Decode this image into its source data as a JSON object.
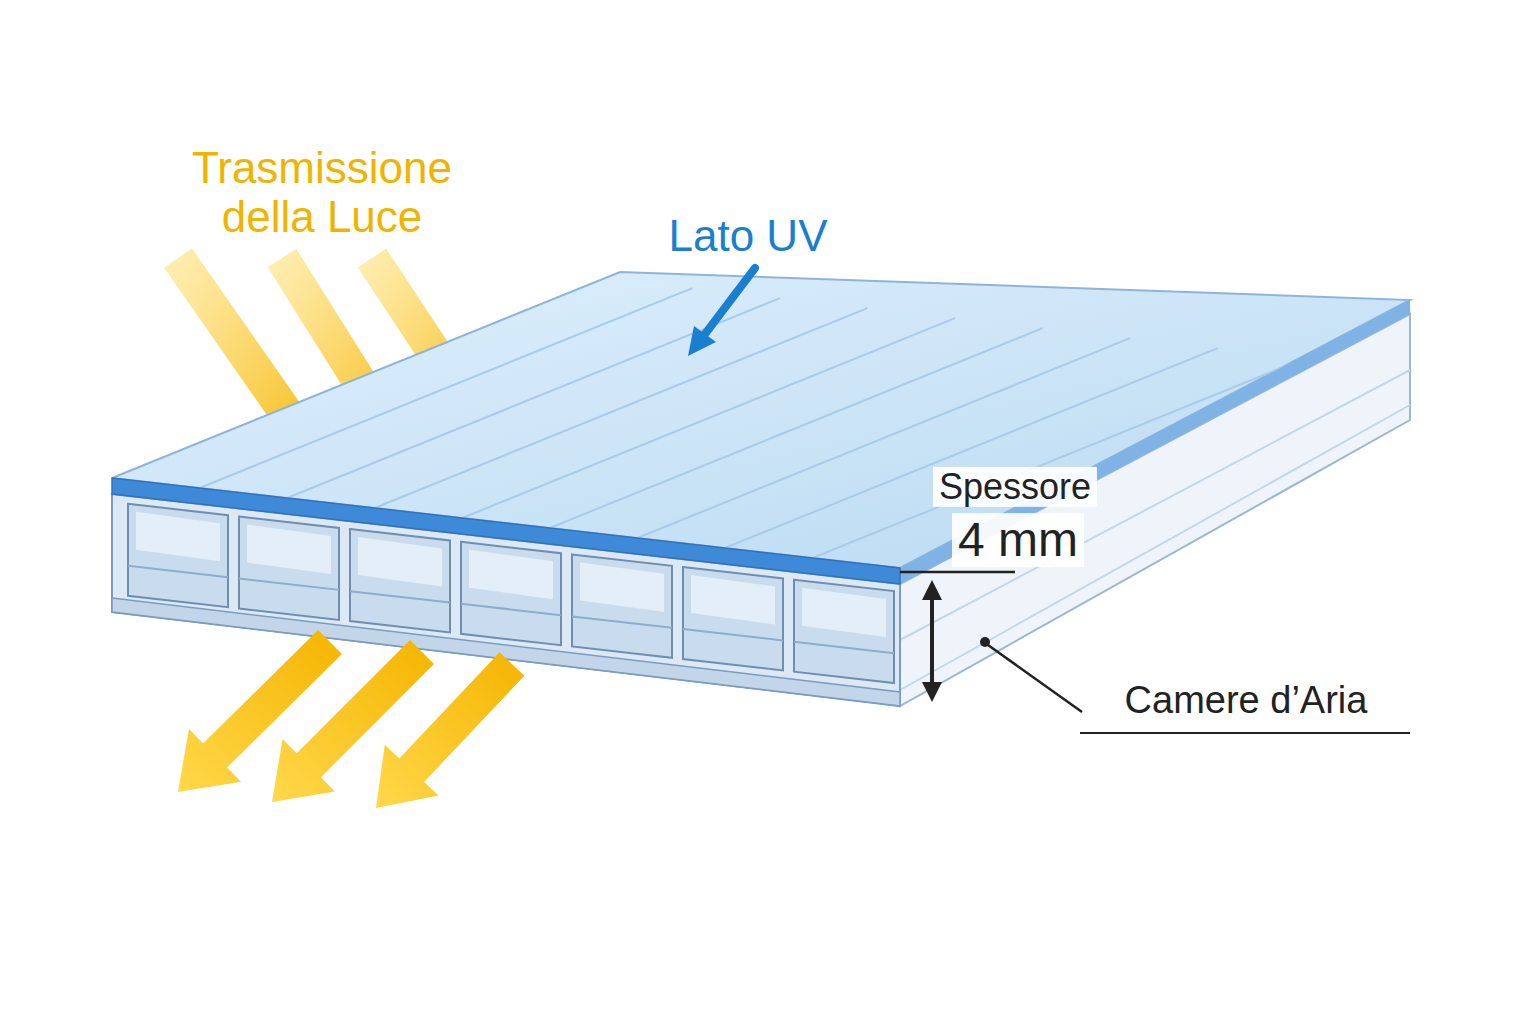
{
  "diagram": {
    "labels": [
      "Trasmissione della Luce",
      "Lato UV",
      "Spessore",
      "4 mm",
      "Camere d’Aria"
    ]
  }
}
